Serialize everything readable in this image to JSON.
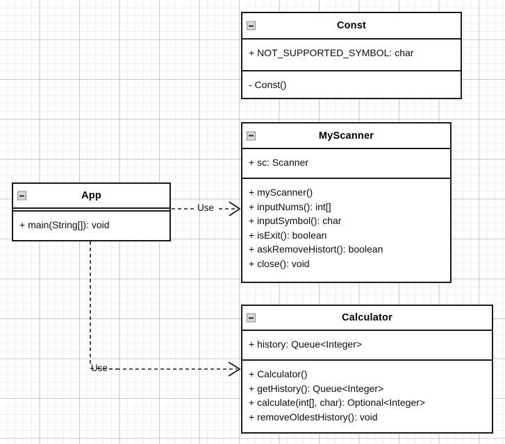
{
  "diagram": {
    "type": "uml-class-diagram",
    "background": "#ffffff",
    "grid_color": "#e3e3e3",
    "line_color": "#1a1a1a",
    "text_color": "#0d0d0d"
  },
  "classes": [
    {
      "id": "const",
      "name": "Const",
      "collapse_icon": "minus-box-icon",
      "attributes": [
        "+ NOT_SUPPORTED_SYMBOL: char"
      ],
      "operations": [
        "- Const()"
      ]
    },
    {
      "id": "myscanner",
      "name": "MyScanner",
      "collapse_icon": "minus-box-icon",
      "attributes": [
        "+ sc: Scanner"
      ],
      "operations": [
        "+ myScanner()",
        "+ inputNums(): int[]",
        "+ inputSymbol(): char",
        "+ isExit(): boolean",
        "+ askRemoveHistort(): boolean",
        "+ close(): void"
      ]
    },
    {
      "id": "calculator",
      "name": "Calculator",
      "collapse_icon": "minus-box-icon",
      "attributes": [
        "+ history: Queue<Integer>"
      ],
      "operations": [
        "+ Calculator()",
        "+ getHistory(): Queue<Integer>",
        "+ calculate(int[], char): Optional<Integer>",
        "+ removeOldestHistory(): void"
      ]
    },
    {
      "id": "app",
      "name": "App",
      "collapse_icon": "minus-box-icon",
      "attributes": [],
      "operations": [
        "+ main(String[]): void"
      ]
    }
  ],
  "relationships": [
    {
      "id": "app-uses-myscanner",
      "label": "Use",
      "from": "App",
      "to": "MyScanner",
      "style": "dashed",
      "arrow": "open"
    },
    {
      "id": "app-uses-calculator",
      "label": "Use",
      "from": "App",
      "to": "Calculator",
      "style": "dashed",
      "arrow": "open"
    }
  ]
}
